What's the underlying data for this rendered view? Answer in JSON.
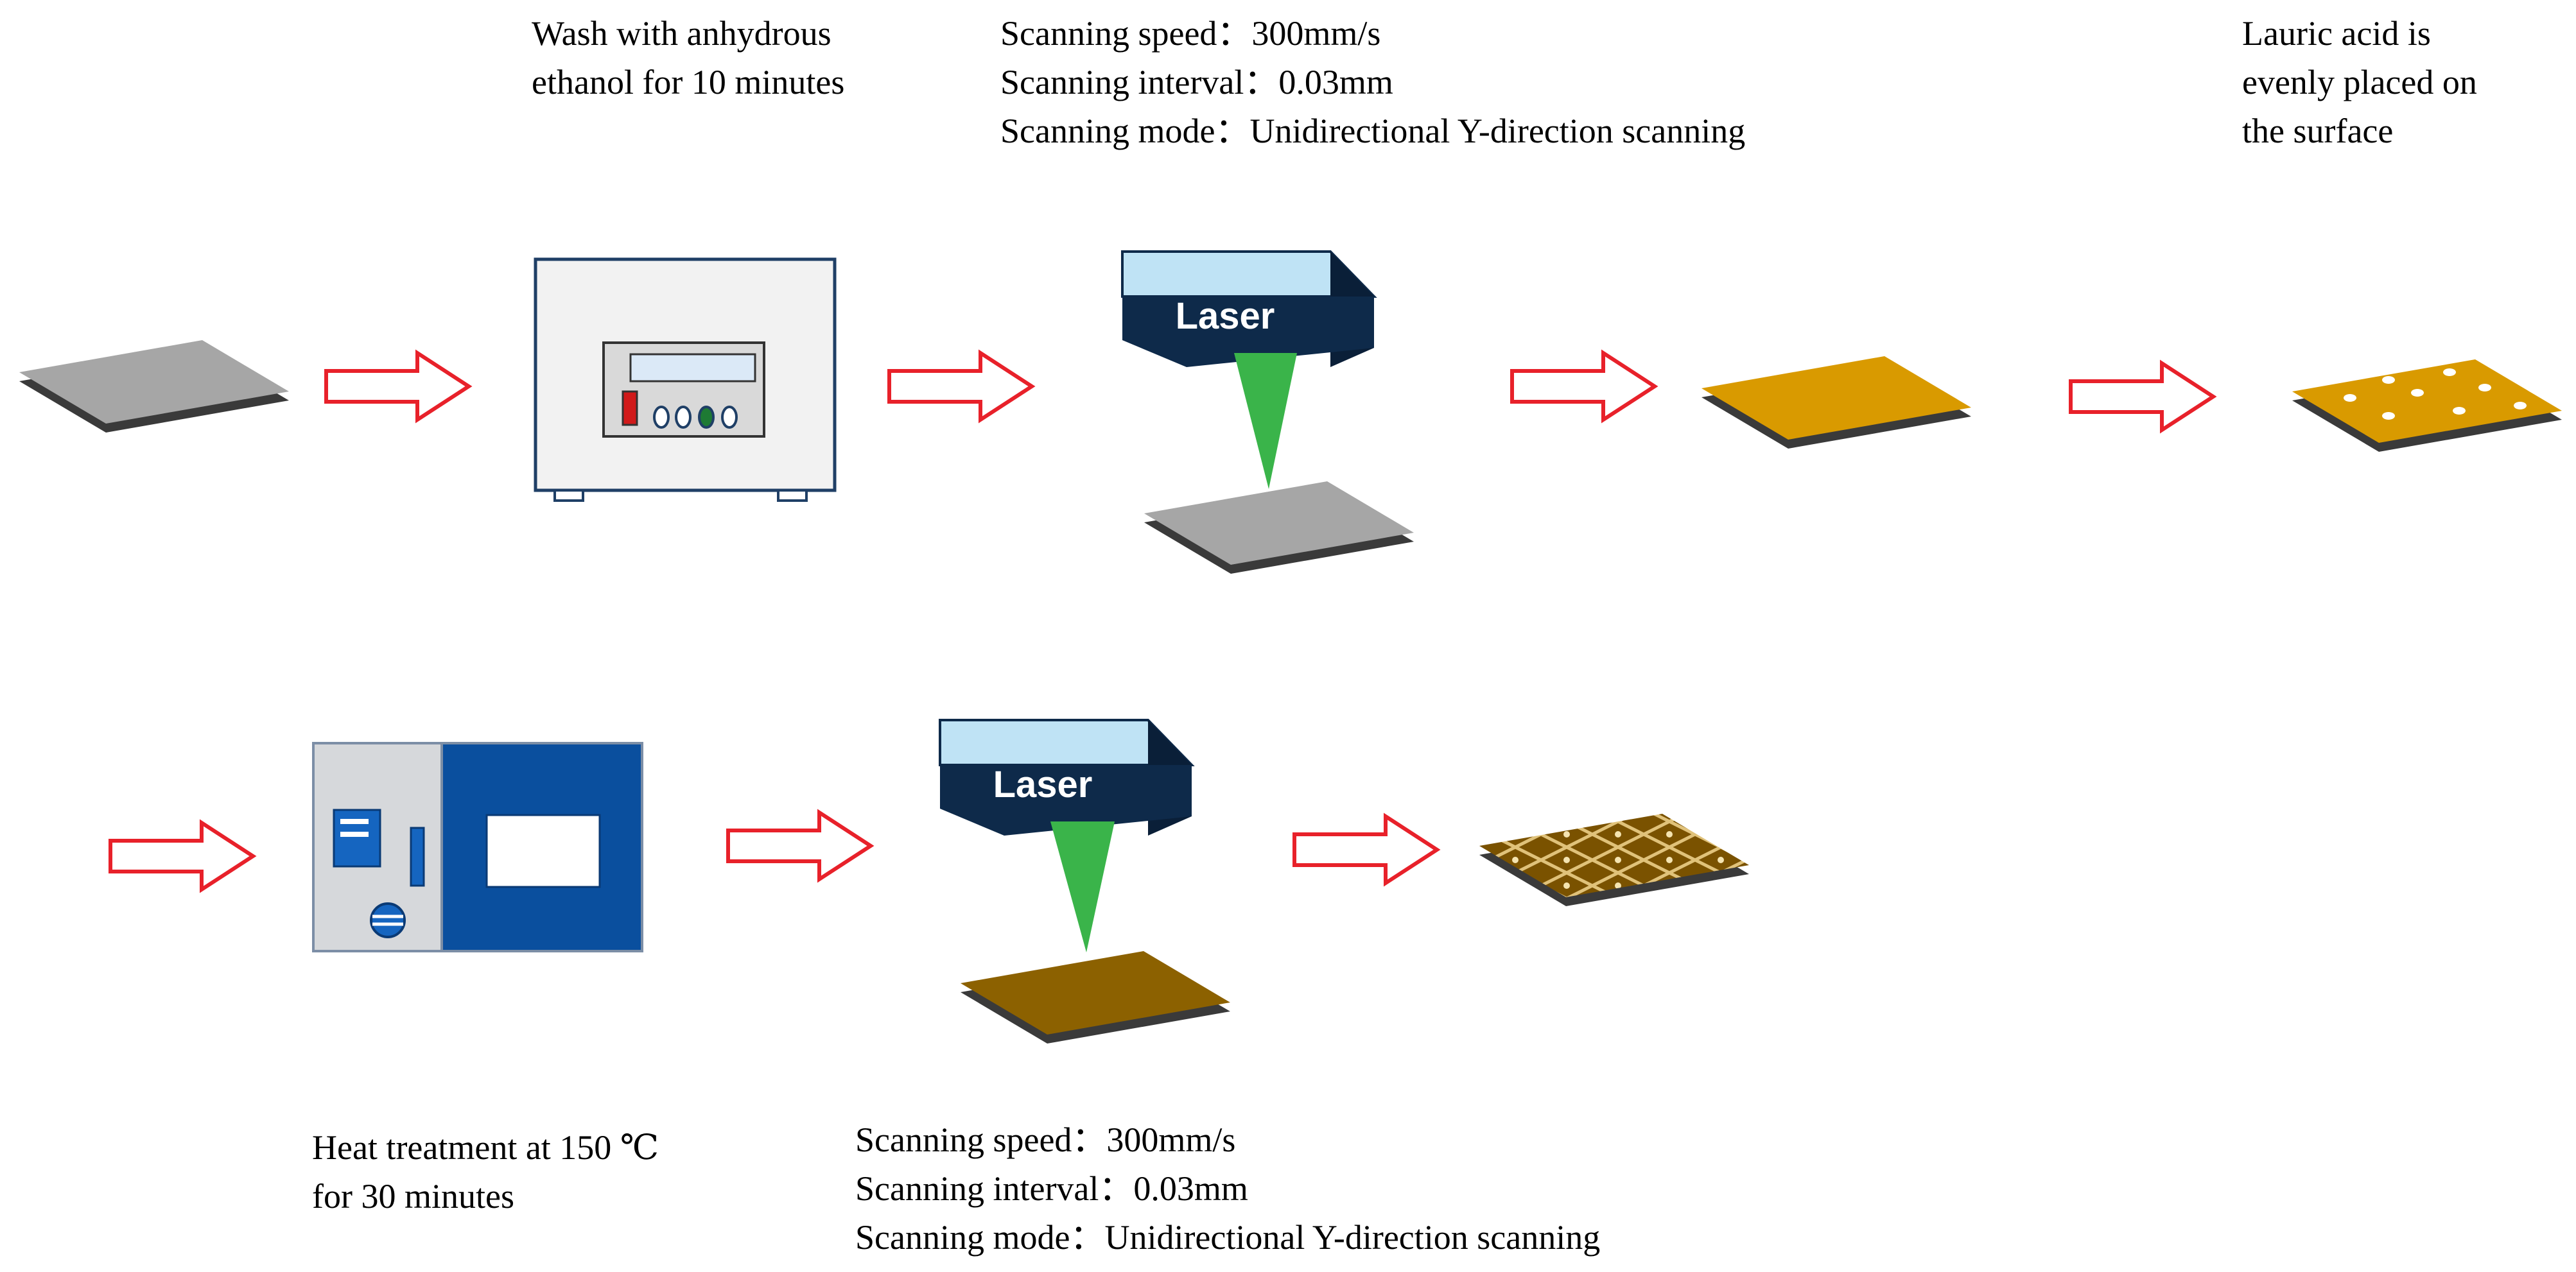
{
  "laser_label": "Laser",
  "captions": {
    "wash": [
      "Wash with anhydrous",
      "ethanol for 10 minutes"
    ],
    "scan_top": [
      "Scanning speed：300mm/s",
      "Scanning interval：0.03mm",
      "Scanning mode：Unidirectional Y-direction scanning"
    ],
    "lauric": [
      "Lauric acid is",
      "evenly placed on",
      "the surface"
    ],
    "heat": [
      "Heat treatment at 150 ℃",
      "for 30 minutes"
    ],
    "scan_bottom": [
      "Scanning speed：300mm/s",
      "Scanning interval：0.03mm",
      "Scanning mode：Unidirectional Y-direction scanning"
    ]
  },
  "colors": {
    "arrow_stroke": "#e8212a",
    "plate_grey": "#a6a6a6",
    "plate_edge": "#3a3a3a",
    "plate_orange": "#d99a00",
    "plate_brown": "#8c6100",
    "laser_body": "#0e2a4a",
    "laser_top": "#bfe3f5",
    "beam": "#3ab44a",
    "oven_blue": "#0a4f9e",
    "oven_grey": "#d6d8db"
  }
}
